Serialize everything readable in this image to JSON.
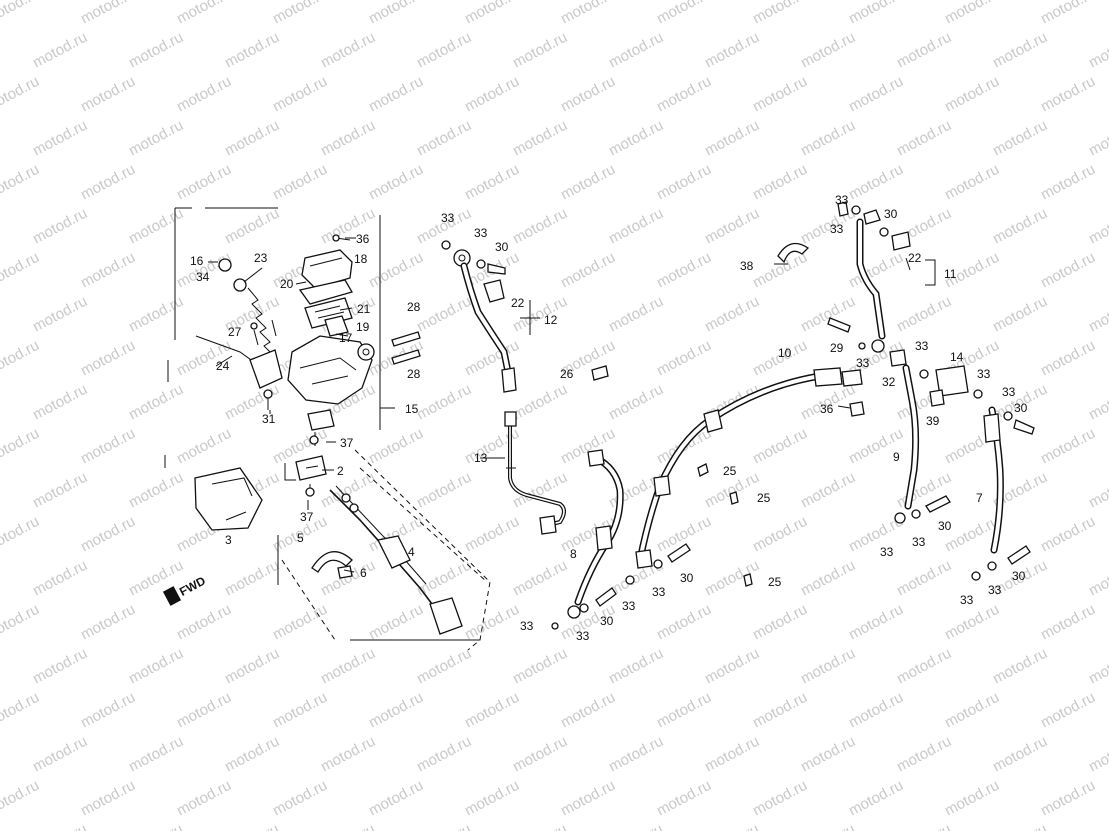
{
  "watermark": {
    "text": "motod.ru"
  },
  "fwd_mark": {
    "text": "FWD"
  },
  "callouts": [
    {
      "id": "c36a",
      "label": "36"
    },
    {
      "id": "c16",
      "label": "16"
    },
    {
      "id": "c23",
      "label": "23"
    },
    {
      "id": "c18",
      "label": "18"
    },
    {
      "id": "c34",
      "label": "34"
    },
    {
      "id": "c20",
      "label": "20"
    },
    {
      "id": "c21",
      "label": "21"
    },
    {
      "id": "c17",
      "label": "17"
    },
    {
      "id": "c19",
      "label": "19"
    },
    {
      "id": "c27",
      "label": "27"
    },
    {
      "id": "c24",
      "label": "24"
    },
    {
      "id": "c31",
      "label": "31"
    },
    {
      "id": "c15",
      "label": "15"
    },
    {
      "id": "c37a",
      "label": "37"
    },
    {
      "id": "c2",
      "label": "2"
    },
    {
      "id": "c37b",
      "label": "37"
    },
    {
      "id": "c3",
      "label": "3"
    },
    {
      "id": "c5",
      "label": "5"
    },
    {
      "id": "c4",
      "label": "4"
    },
    {
      "id": "c6",
      "label": "6"
    },
    {
      "id": "c28a",
      "label": "28"
    },
    {
      "id": "c28b",
      "label": "28"
    },
    {
      "id": "c33a",
      "label": "33"
    },
    {
      "id": "c33b",
      "label": "33"
    },
    {
      "id": "c30a",
      "label": "30"
    },
    {
      "id": "c22a",
      "label": "22"
    },
    {
      "id": "c12",
      "label": "12"
    },
    {
      "id": "c26",
      "label": "26"
    },
    {
      "id": "c13",
      "label": "13"
    },
    {
      "id": "c10",
      "label": "10"
    },
    {
      "id": "c25a",
      "label": "25"
    },
    {
      "id": "c25b",
      "label": "25"
    },
    {
      "id": "c25c",
      "label": "25"
    },
    {
      "id": "c8",
      "label": "8"
    },
    {
      "id": "c33c",
      "label": "33"
    },
    {
      "id": "c33d",
      "label": "33"
    },
    {
      "id": "c30b",
      "label": "30"
    },
    {
      "id": "c33e",
      "label": "33"
    },
    {
      "id": "c33f",
      "label": "33"
    },
    {
      "id": "c30c",
      "label": "30"
    },
    {
      "id": "c38",
      "label": "38"
    },
    {
      "id": "c33g",
      "label": "33"
    },
    {
      "id": "c33h",
      "label": "33"
    },
    {
      "id": "c30d",
      "label": "30"
    },
    {
      "id": "c22b",
      "label": "22"
    },
    {
      "id": "c11",
      "label": "11"
    },
    {
      "id": "c29",
      "label": "29"
    },
    {
      "id": "c33i",
      "label": "33"
    },
    {
      "id": "c33j",
      "label": "33"
    },
    {
      "id": "c14",
      "label": "14"
    },
    {
      "id": "c32",
      "label": "32"
    },
    {
      "id": "c33k",
      "label": "33"
    },
    {
      "id": "c33l",
      "label": "33"
    },
    {
      "id": "c30e",
      "label": "30"
    },
    {
      "id": "c36b",
      "label": "36"
    },
    {
      "id": "c39",
      "label": "39"
    },
    {
      "id": "c9",
      "label": "9"
    },
    {
      "id": "c7",
      "label": "7"
    },
    {
      "id": "c30f",
      "label": "30"
    },
    {
      "id": "c33m",
      "label": "33"
    },
    {
      "id": "c33n",
      "label": "33"
    },
    {
      "id": "c33o",
      "label": "33"
    },
    {
      "id": "c30g",
      "label": "30"
    },
    {
      "id": "c33p",
      "label": "33"
    },
    {
      "id": "c33q",
      "label": "33"
    }
  ]
}
